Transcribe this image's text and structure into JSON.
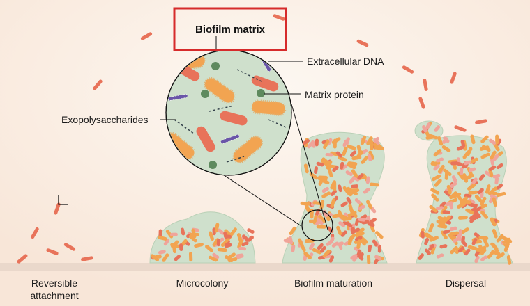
{
  "title": "Biofilm matrix",
  "callouts": {
    "extracellular_dna": "Extracellular DNA",
    "matrix_protein": "Matrix protein",
    "exopolysaccharides": "Exopolysaccharides"
  },
  "stages": [
    {
      "line1": "Reversible",
      "line2": "attachment"
    },
    {
      "line1": "Microcolony"
    },
    {
      "line1": "Biofilm maturation"
    },
    {
      "line1": "Dispersal"
    }
  ],
  "colors": {
    "background": "#fbf1e8",
    "matrix": "#cfe0cc",
    "ground": "#ead8cb",
    "rod_red": "#e8735a",
    "rod_orange": "#f2a451",
    "rod_pink": "#f0a49a",
    "protein": "#5e8a5e",
    "dna": "#6a55a8",
    "highlight_box": "#d62b2b"
  }
}
